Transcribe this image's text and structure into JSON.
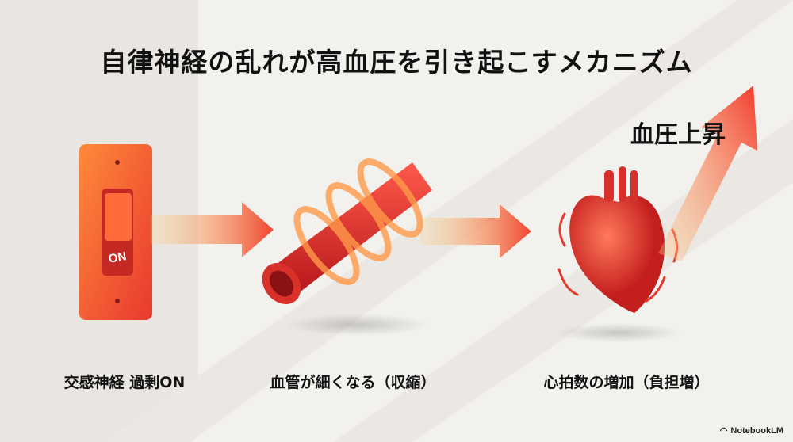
{
  "title": "自律神経の乱れが高血圧を引き起こすメカニズム",
  "result_label": "血圧上昇",
  "switch_text": "ON",
  "steps": [
    {
      "label": "交感神経 過剰ON"
    },
    {
      "label": "血管が細くなる（収縮）"
    },
    {
      "label": "心拍数の増加（負担増）"
    }
  ],
  "watermark": "NotebookLM",
  "colors": {
    "accent": "#e8392e",
    "glow": "#ffb347",
    "background": "#f3f1ee"
  }
}
